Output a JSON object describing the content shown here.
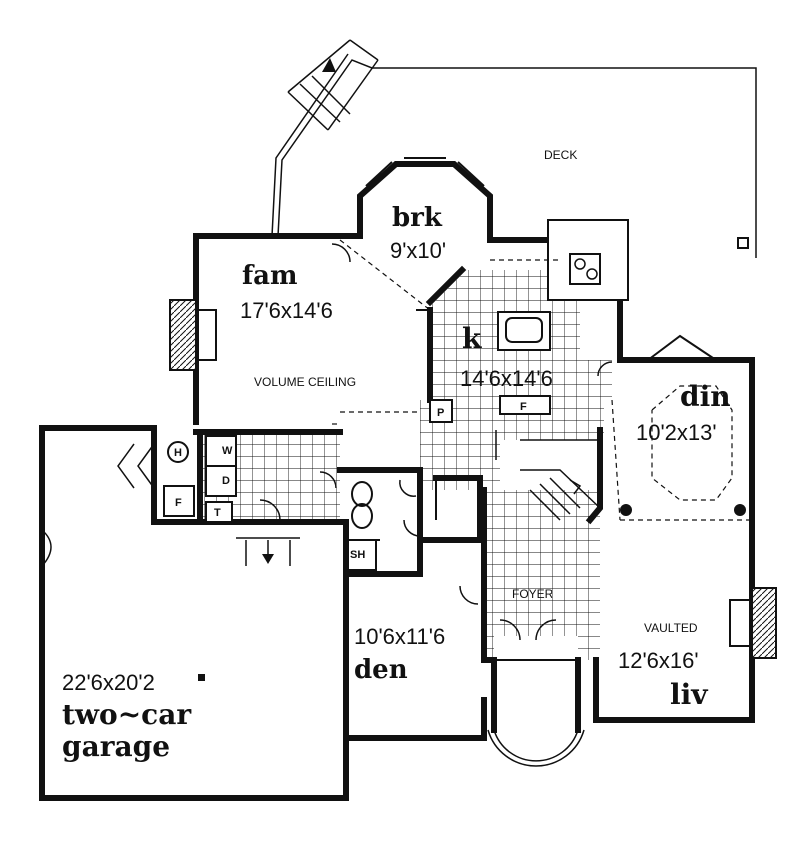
{
  "rooms": {
    "deck": {
      "label": "DECK"
    },
    "brk": {
      "name": "brk",
      "dims": "9'x10'"
    },
    "fam": {
      "name": "fam",
      "dims": "17'6x14'6",
      "note": "VOLUME CEILING"
    },
    "k": {
      "name": "k",
      "dims": "14'6x14'6"
    },
    "din": {
      "name": "din",
      "dims": "10'2x13'"
    },
    "den": {
      "name": "den",
      "dims": "10'6x11'6"
    },
    "foyer": {
      "label": "FOYER"
    },
    "liv": {
      "name": "liv",
      "dims": "12'6x16'",
      "note": "VAULTED"
    },
    "garage": {
      "dims": "22'6x20'2",
      "line1": "two~car",
      "line2": "garage"
    }
  },
  "fixtures": {
    "h": "H",
    "f_garage": "F",
    "w": "W",
    "d": "D",
    "t": "T",
    "p": "P",
    "f_kitchen": "F",
    "sh": "SH"
  },
  "colors": {
    "ink": "#111111",
    "paper": "#ffffff"
  }
}
